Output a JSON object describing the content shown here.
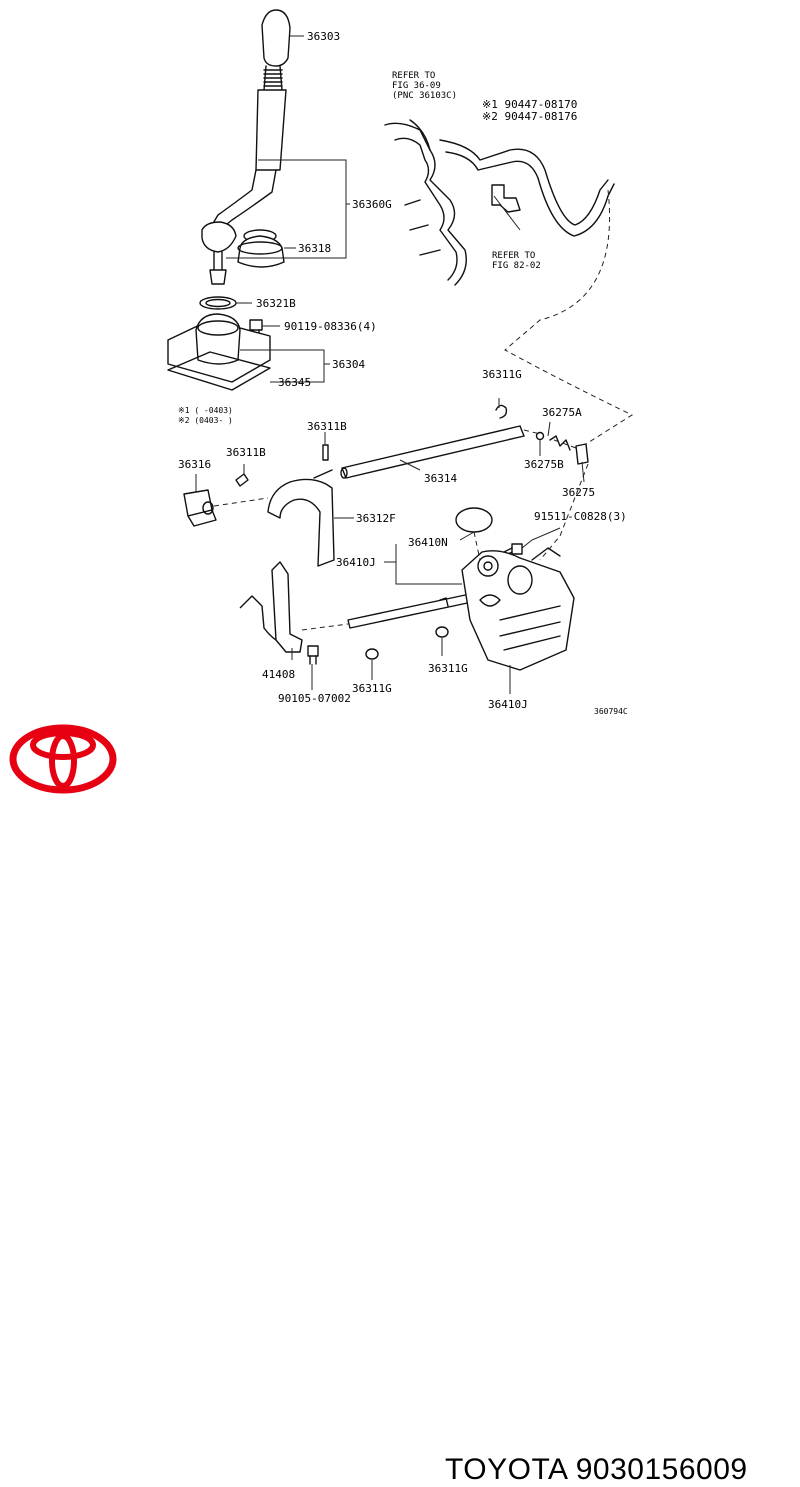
{
  "callouts": {
    "p36303": "36303",
    "p36360G": "36360G",
    "p36318": "36318",
    "p36321B": "36321B",
    "p90119": "90119-08336(4)",
    "p36304": "36304",
    "p36345": "36345",
    "p36311G_top": "36311G",
    "p36311B_a": "36311B",
    "p36311B_b": "36311B",
    "p36316": "36316",
    "p36314": "36314",
    "p36275A": "36275A",
    "p36275B": "36275B",
    "p36275": "36275",
    "p36312F": "36312F",
    "p91511": "91511-C0828(3)",
    "p36410N": "36410N",
    "p36410J_a": "36410J",
    "p41408": "41408",
    "p90105": "90105-07002",
    "p36311G_b": "36311G",
    "p36311G_c": "36311G",
    "p36410J_b": "36410J",
    "fig_code": "360794C"
  },
  "refer_a": {
    "line1": "REFER TO",
    "line2": "FIG 36-09",
    "line3": "(PNC 36103C)"
  },
  "refer_b": {
    "line1": "REFER TO",
    "line2": "FIG 82-02"
  },
  "alternates": {
    "alt1": "※1 90447-08170",
    "alt2": "※2 90447-08176"
  },
  "footnotes": {
    "note1": "※1 (   -0403)",
    "note2": "※2 (0403-    )"
  },
  "brand": {
    "logo": "toyota-logo",
    "text": "TOYOTA 9030156009",
    "logo_color": "#e60012"
  }
}
